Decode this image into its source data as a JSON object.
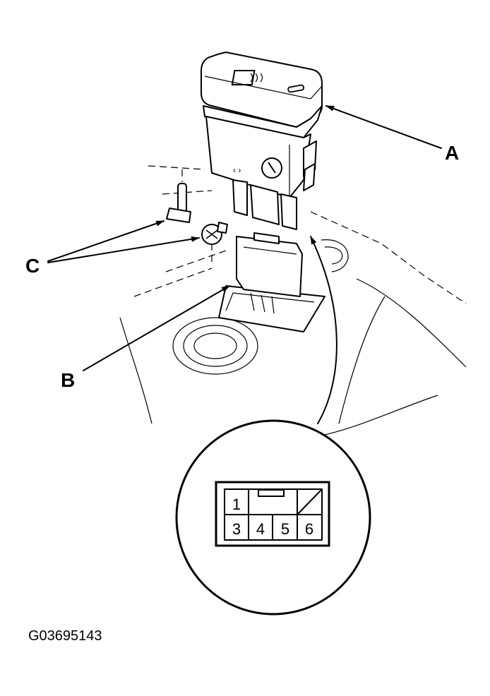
{
  "callouts": {
    "a": "A",
    "b": "B",
    "c": "C"
  },
  "connector_pins": {
    "top_left": "1",
    "bottom": [
      "3",
      "4",
      "5",
      "6"
    ]
  },
  "figure_id": "G03695143"
}
